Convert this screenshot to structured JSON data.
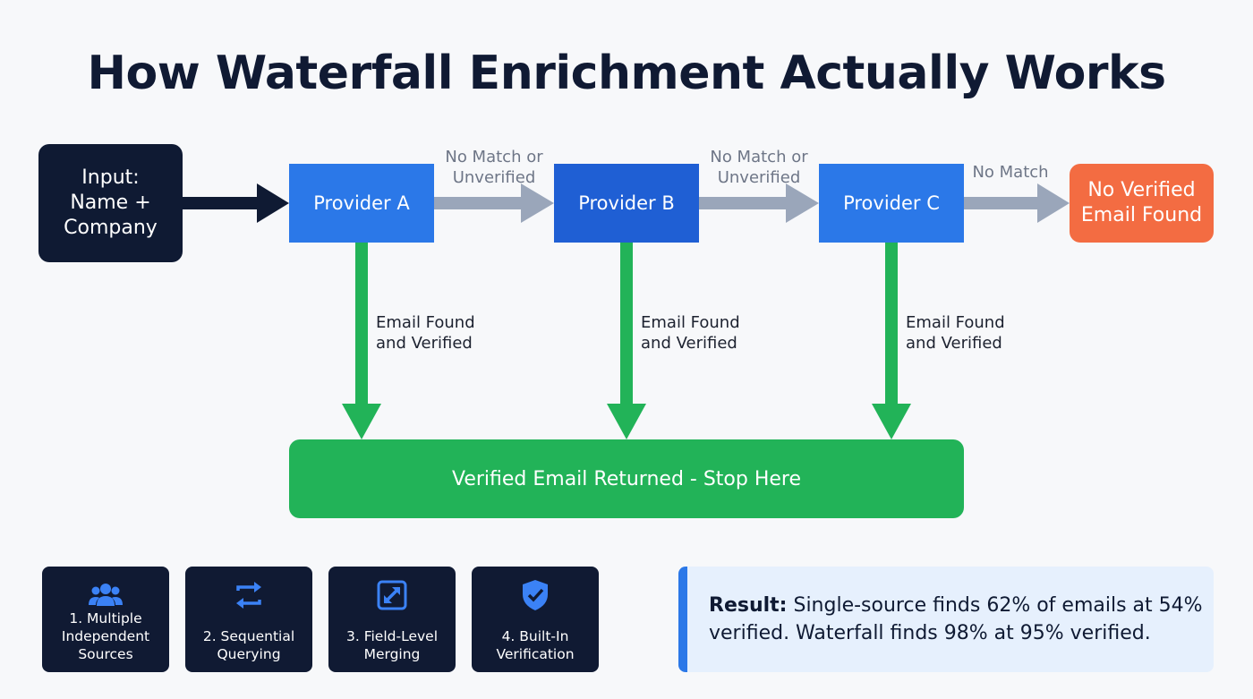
{
  "title": "How Waterfall Enrichment Actually Works",
  "input": {
    "line1": "Input:",
    "line2": "Name +",
    "line3": "Company"
  },
  "providers": [
    {
      "label": "Provider A"
    },
    {
      "label": "Provider B"
    },
    {
      "label": "Provider C"
    }
  ],
  "fallthrough_labels": [
    {
      "line1": "No Match or",
      "line2": "Unverified"
    },
    {
      "line1": "No Match or",
      "line2": "Unverified"
    },
    {
      "line1": "No Match",
      "line2": ""
    }
  ],
  "success_labels": [
    {
      "line1": "Email Found",
      "line2": "and Verified"
    },
    {
      "line1": "Email Found",
      "line2": "and Verified"
    },
    {
      "line1": "Email Found",
      "line2": "and Verified"
    }
  ],
  "fail_box": {
    "line1": "No Verified",
    "line2": "Email Found"
  },
  "result_bar": "Verified Email Returned - Stop Here",
  "features": [
    {
      "icon": "users-icon",
      "line1": "1. Multiple",
      "line2": "Independent",
      "line3": "Sources"
    },
    {
      "icon": "swap-arrows-icon",
      "line1": "2. Sequential",
      "line2": "Querying",
      "line3": ""
    },
    {
      "icon": "merge-arrows-icon",
      "line1": "3. Field-Level",
      "line2": "Merging",
      "line3": ""
    },
    {
      "icon": "shield-check-icon",
      "line1": "4. Built-In",
      "line2": "Verification",
      "line3": ""
    }
  ],
  "result": {
    "label": "Result:",
    "text": " Single-source finds 62% of emails at 54% verified. Waterfall finds 98% at 95% verified."
  },
  "colors": {
    "navy": "#0f1a33",
    "provider_blue": "#2b78e8",
    "success_green": "#22b358",
    "fail_orange": "#f36c42",
    "arrow_gray": "#9aa6ba",
    "result_bg": "#e6f0fd"
  }
}
